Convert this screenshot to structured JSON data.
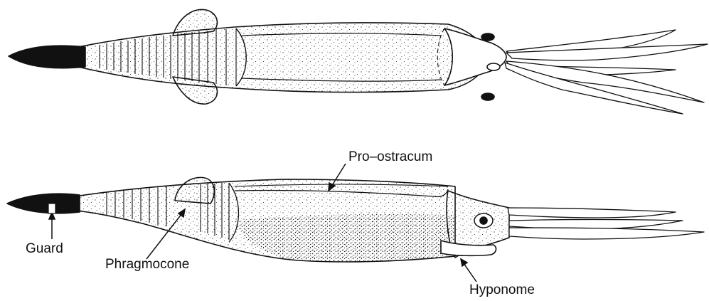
{
  "labels": {
    "pro_ostracum": "Pro–ostracum",
    "guard": "Guard",
    "phragmocone": "Phragmocone",
    "hyponome": "Hyponome"
  },
  "colors": {
    "ink": "#111111",
    "background": "#ffffff",
    "stipple": "#222222"
  }
}
